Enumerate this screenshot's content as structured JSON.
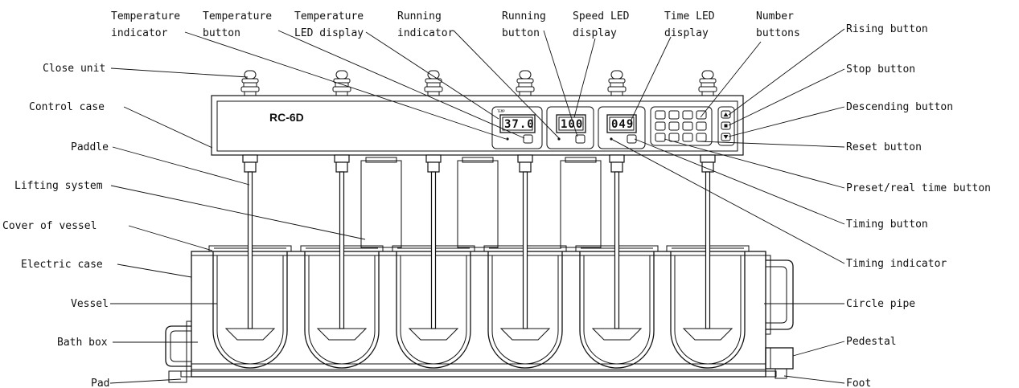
{
  "device": {
    "model": "RC-6D",
    "temperature_value": "37.0",
    "speed_value": "100",
    "time_value": "049"
  },
  "labels": {
    "temperature_indicator": [
      "Temperature",
      "indicator"
    ],
    "temperature_button": [
      "Temperature",
      "button"
    ],
    "temperature_led_display": [
      "Temperature",
      "LED display"
    ],
    "running_indicator": [
      "Running",
      "indicator"
    ],
    "running_button": [
      "Running",
      "button"
    ],
    "speed_led_display": [
      "Speed LED",
      "display"
    ],
    "time_led_display": [
      "Time LED",
      "display"
    ],
    "number_buttons": [
      "Number",
      "buttons"
    ],
    "close_unit": "Close unit",
    "control_case": "Control case",
    "paddle": "Paddle",
    "lifting_system": "Lifting system",
    "cover_of_vessel": "Cover of vessel",
    "electric_case": "Electric case",
    "vessel": "Vessel",
    "bath_box": "Bath box",
    "pad": "Pad",
    "rising_button": "Rising button",
    "stop_button": "Stop button",
    "descending_button": "Descending button",
    "reset_button": "Reset button",
    "preset_real_time_button": "Preset/real time button",
    "timing_button": "Timing button",
    "timing_indicator": "Timing indicator",
    "circle_pipe": "Circle pipe",
    "pedestal": "Pedestal",
    "foot": "Foot"
  }
}
